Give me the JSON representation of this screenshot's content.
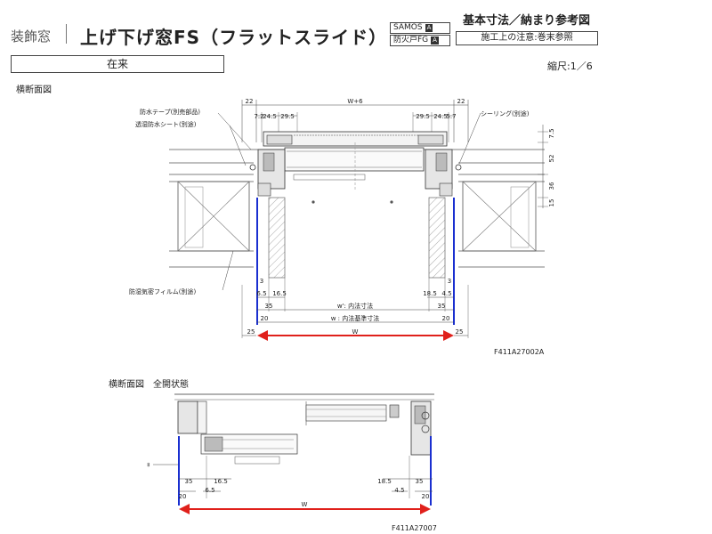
{
  "header": {
    "category": "装飾窓",
    "title": "上げ下げ窓FS（フラットスライド）",
    "badges": [
      {
        "text": "SAMOS",
        "mark": "A"
      },
      {
        "text": "防火戸FG",
        "mark": "A"
      }
    ],
    "reference": "基本寸法／納まり参考図",
    "note": "施工上の注意:巻末参照",
    "condition": "在来",
    "scale": "縮尺:1／6"
  },
  "section1": {
    "label": "横断面図",
    "code": "F411A27002A",
    "callouts": {
      "waterproof_tape": "防水テープ(別売部品)",
      "breathable_sheet": "透湿防水シート(別途)",
      "vapor_film": "防湿気密フィルム(別途)",
      "sealing": "シーリング(別途)"
    },
    "dims": {
      "top_w": "W+6",
      "top_left_22": "22",
      "top_right_22": "22",
      "top_left_72": "7.2",
      "top_left_245": "24.5",
      "top_left_295": "29.5",
      "top_right_295": "29.5",
      "top_right_245": "24.5",
      "top_right_57": "5.7",
      "side_75": "7.5",
      "side_52": "52",
      "side_36": "36",
      "side_15": "15",
      "left_3a": "3",
      "left_3b": "3",
      "left_65": "6.5",
      "left_165": "16.5",
      "right_185": "18.5",
      "right_45": "4.5",
      "left_35": "35",
      "right_35": "35",
      "inner_w": "w': 内法寸法",
      "left_20": "20",
      "right_20": "20",
      "std_w": "w : 内法基準寸法",
      "left_25": "25",
      "right_25": "25",
      "w": "W"
    }
  },
  "section2": {
    "label": "横断面図　全開状態",
    "code": "F411A27007",
    "dims": {
      "inf": "∞",
      "left_35": "35",
      "left_165": "16.5",
      "right_185": "18.5",
      "right_35": "35",
      "left_20": "20",
      "left_65": "6.5",
      "right_45": "4.5",
      "right_20": "20",
      "w": "W"
    }
  },
  "colors": {
    "red_dimension": "#e0201b",
    "blue_line": "#1a2fd0"
  }
}
